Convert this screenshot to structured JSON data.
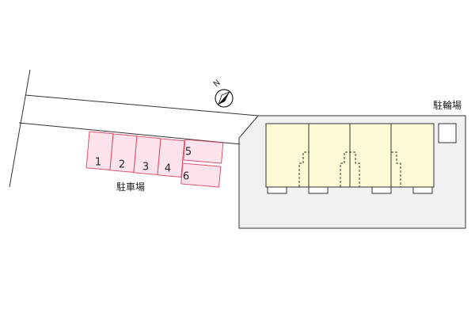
{
  "map": {
    "north_symbol": "N",
    "parking_label": "駐車場",
    "bike_parking_label": "駐輪場",
    "parking_slots": [
      "1",
      "2",
      "3",
      "4",
      "5",
      "6"
    ],
    "colors": {
      "parking_fill": "#fde4ec",
      "parking_stroke": "#e0526f",
      "lot_fill": "#f1f1f1",
      "unit_fill": "#fdfbd6"
    },
    "icons": [
      "north-arrow-icon"
    ]
  }
}
